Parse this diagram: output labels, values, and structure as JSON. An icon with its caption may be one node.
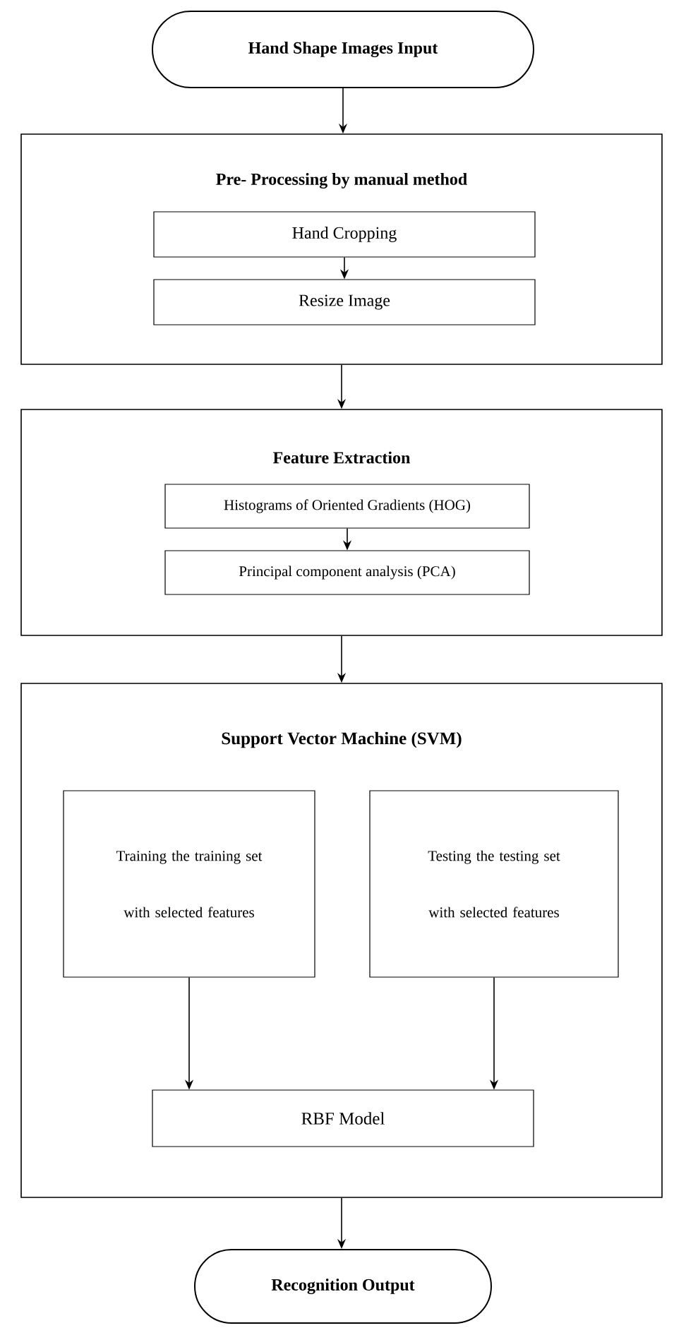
{
  "diagram": {
    "nodes": [
      {
        "text": [
          "Hand Shape Images Input"
        ]
      },
      {
        "text": [
          "Pre- Processing by manual method"
        ]
      },
      {
        "text": [
          "Hand Cropping"
        ],
        "in": 1
      },
      {
        "text": [
          "Resize Image"
        ],
        "in": 1
      },
      {
        "text": [
          "Feature Extraction"
        ]
      },
      {
        "text": [
          "Histograms of Oriented Gradients (HOG)"
        ],
        "in": 4
      },
      {
        "text": [
          "Principal component analysis (PCA)"
        ],
        "in": 4
      },
      {
        "text": [
          "Support Vector Machine (SVM)"
        ]
      },
      {
        "text": [
          "Training the training set with selected features"
        ],
        "in": 7
      },
      {
        "text": [
          "Testing the testing set with selected features"
        ],
        "in": 7
      },
      {
        "text": [
          "RBF Model"
        ],
        "in": 7
      },
      {
        "text": [
          "Recognition Output"
        ]
      }
    ],
    "edges": [
      {
        "from": 0,
        "to": 1,
        "arrow": "to"
      },
      {
        "from": 2,
        "to": 3,
        "arrow": "to"
      },
      {
        "from": 1,
        "to": 4,
        "arrow": "to"
      },
      {
        "from": 5,
        "to": 6,
        "arrow": "to"
      },
      {
        "from": 4,
        "to": 7,
        "arrow": "to"
      },
      {
        "from": 8,
        "to": 10,
        "arrow": "to"
      },
      {
        "from": 9,
        "to": 10,
        "arrow": "to"
      },
      {
        "from": 7,
        "to": 11,
        "arrow": "to"
      }
    ]
  }
}
